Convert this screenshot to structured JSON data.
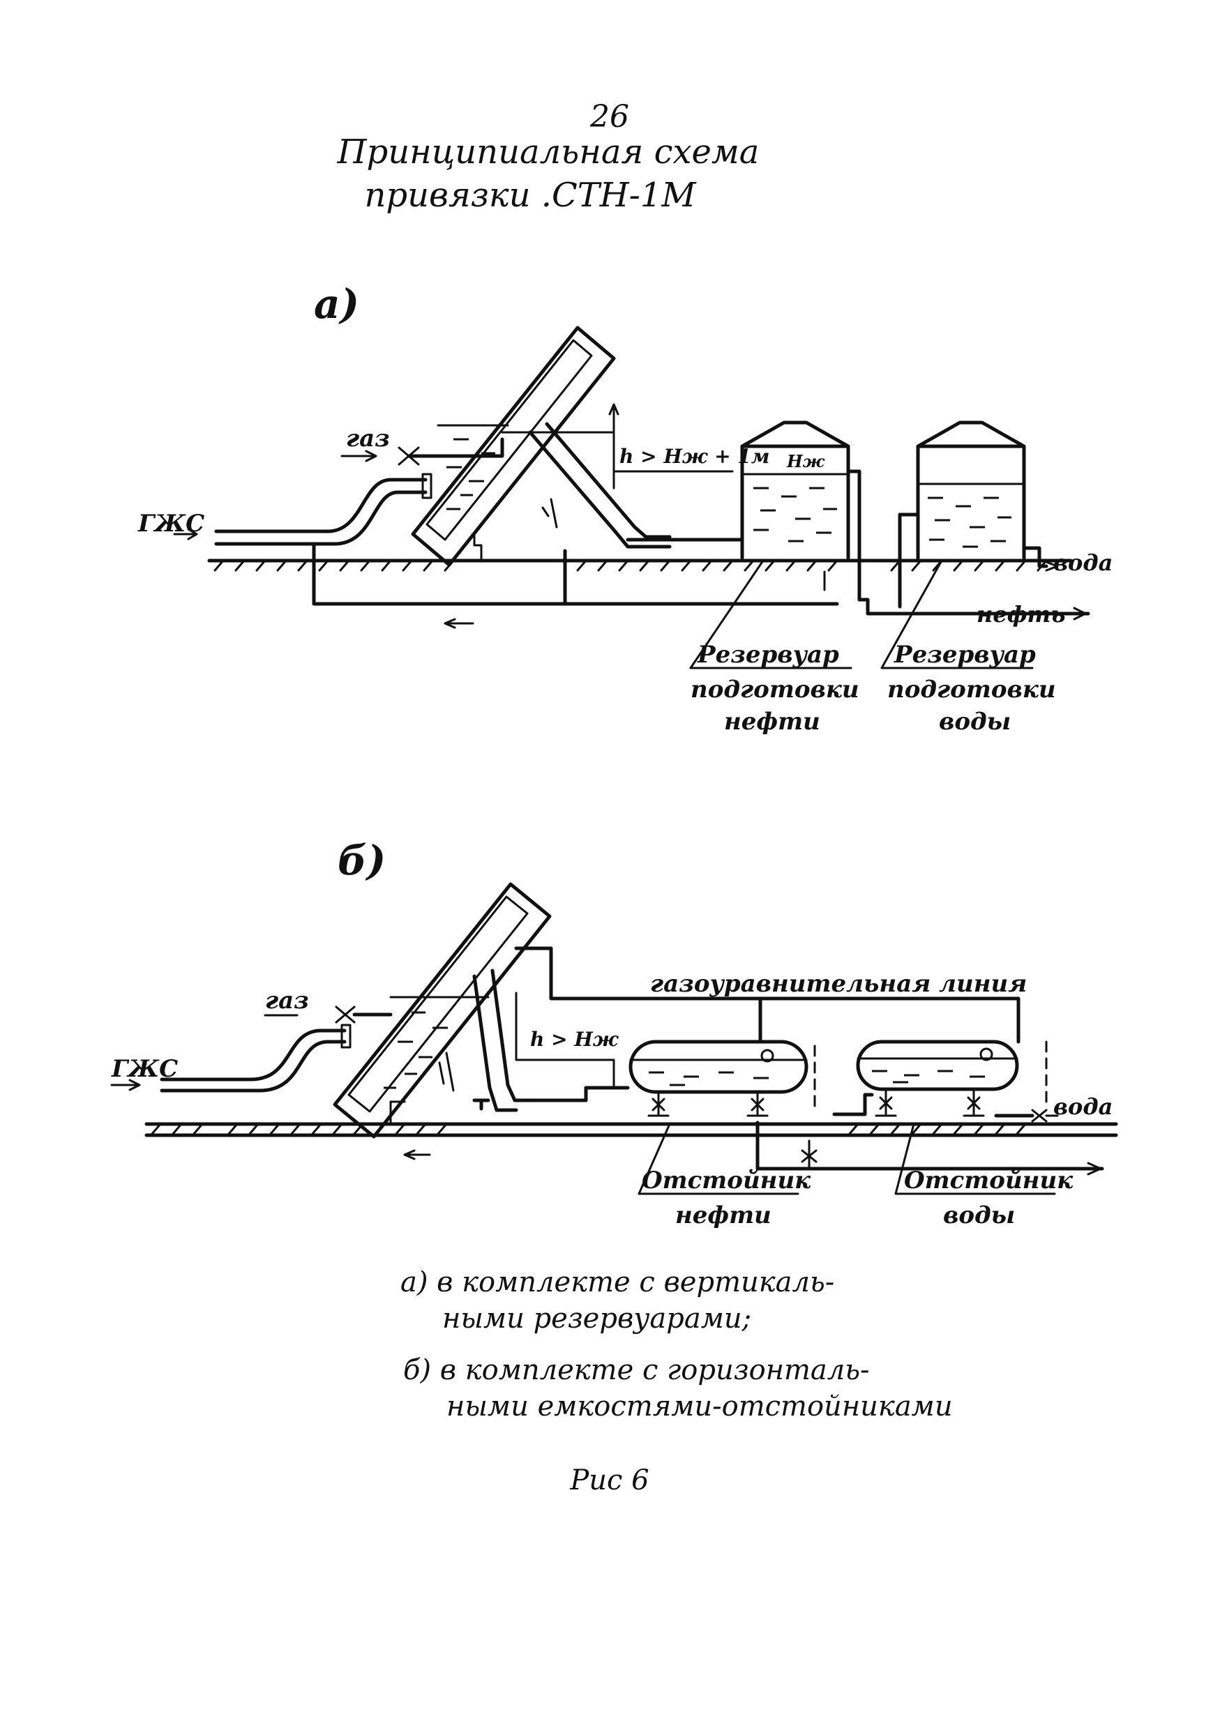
{
  "page_number": "26",
  "title_line1": "Принципиальная схема",
  "title_line2": "привязки .СТН-1М",
  "diagram_a": {
    "label": "а)",
    "gas": "газ",
    "inlet": "ГЖС",
    "height_formula": "h > Hж + 1м",
    "tank_level": "Hж",
    "water": "вода",
    "oil": "нефть",
    "tank1_caption": [
      "Резервуар",
      "подготовки",
      "нефти"
    ],
    "tank2_caption": [
      "Резервуар",
      "подготовки",
      "воды"
    ]
  },
  "diagram_b": {
    "label": "б)",
    "gas": "газ",
    "inlet": "ГЖС",
    "height_formula": "h > Hж",
    "gas_line": "газоуравнительная линия",
    "water": "вода",
    "tank1_caption": [
      "Отстойник",
      "нефти"
    ],
    "tank2_caption": [
      "Отстойник",
      "воды"
    ]
  },
  "legend": {
    "a_line1": "а) в комплекте с вертикаль-",
    "a_line2": "ными резервуарами;",
    "b_line1": "б) в комплекте с горизонталь-",
    "b_line2": "ными емкостями-отстойниками"
  },
  "figure_caption": "Рис 6"
}
